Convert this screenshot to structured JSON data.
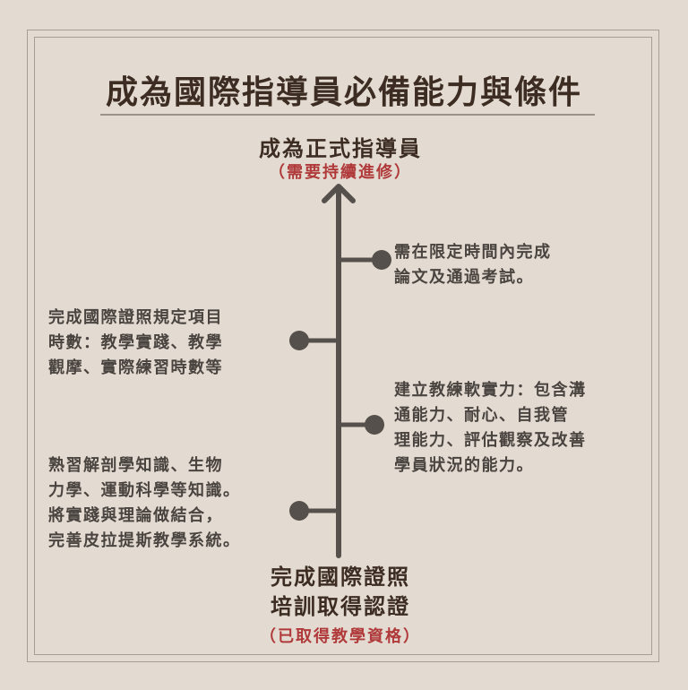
{
  "title": "成為國際指導員必備能力與條件",
  "top": {
    "goal": "成為正式指導員",
    "note": "（需要持續進修）"
  },
  "bottom": {
    "goal_line1": "完成國際證照",
    "goal_line2": "培訓取得認證",
    "note": "（已取得教學資格）"
  },
  "steps": [
    {
      "side": "right",
      "lines": [
        "需在限定時間內完成",
        "論文及通過考試。"
      ]
    },
    {
      "side": "left",
      "lines": [
        "完成國際證照規定項目",
        "時數：教學實踐、教學",
        "觀摩、實際練習時數等"
      ]
    },
    {
      "side": "right",
      "lines": [
        "建立教練軟實力：包含溝",
        "通能力、耐心、自我管",
        "理能力、評估觀察及改善",
        "學員狀況的能力。"
      ]
    },
    {
      "side": "left",
      "lines": [
        "熟習解剖學知識、生物",
        "力學、運動科學等知識。",
        "將實踐與理論做結合，",
        "完善皮拉提斯教學系統。"
      ]
    }
  ],
  "colors": {
    "background": "#e3dbd1",
    "title": "#3c2c22",
    "body_text": "#4a4440",
    "accent_red": "#b0393a",
    "timeline": "#55504c"
  }
}
